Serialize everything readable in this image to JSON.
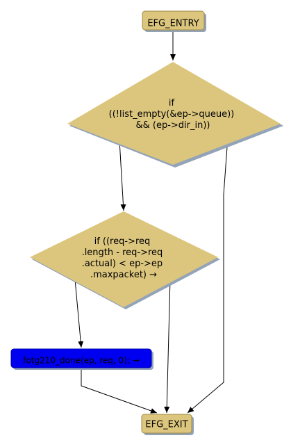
{
  "colors": {
    "node_fill": "#DCC67E",
    "node_stroke": "#9E8A46",
    "shadow": "#93A3B8",
    "call_fill": "#0000F0",
    "call_text": "#000000",
    "edge": "#000000"
  },
  "nodes": {
    "entry": {
      "label": "EFG_ENTRY"
    },
    "cond1": {
      "lines": [
        "if",
        "((!list_empty(&ep->queue))",
        "&& (ep->dir_in))"
      ]
    },
    "cond2": {
      "lines": [
        "if ((req->req",
        ".length - req->req",
        ".actual) < ep->ep",
        ".maxpacket) →"
      ]
    },
    "call": {
      "label": "fotg210_done(ep, req, 0); →"
    },
    "exit": {
      "label": "EFG_EXIT"
    }
  }
}
